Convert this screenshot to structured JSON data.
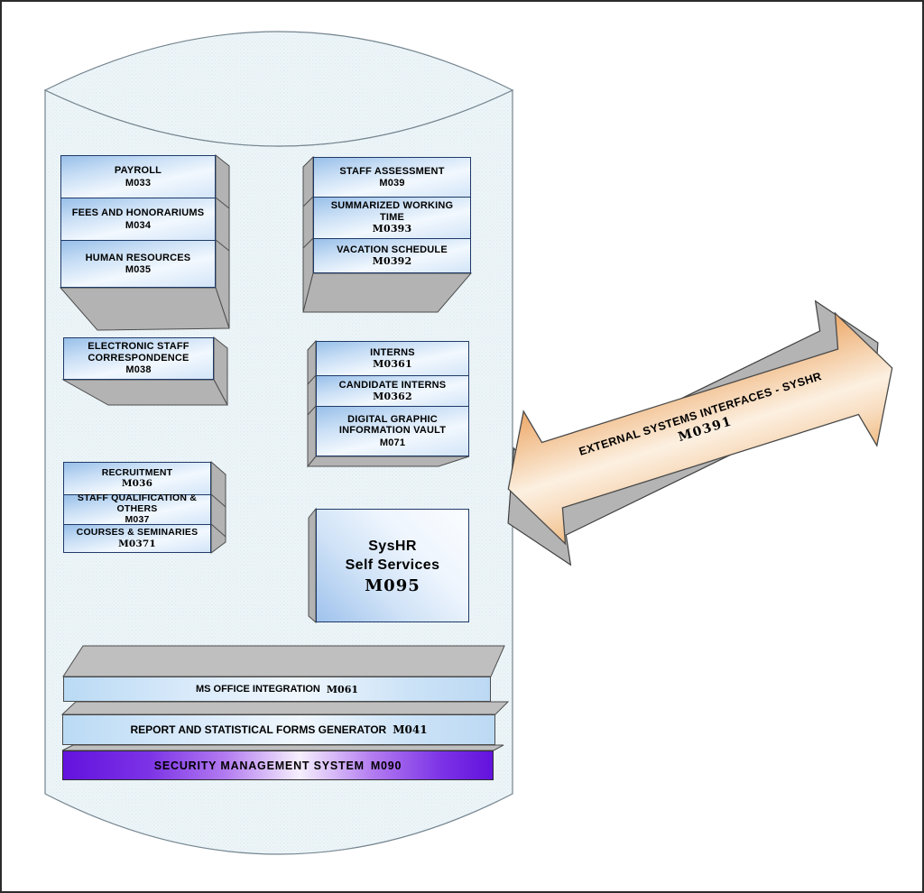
{
  "stacks": [
    {
      "rows": [
        {
          "title": "PAYROLL",
          "code": "M033"
        },
        {
          "title": "FEES AND HONORARIUMS",
          "code": "M034"
        },
        {
          "title": "HUMAN RESOURCES",
          "code": "M035"
        }
      ]
    },
    {
      "rows": [
        {
          "title": "STAFF ASSESSMENT",
          "code": "M039"
        },
        {
          "title": "SUMMARIZED WORKING TIME",
          "code": "M0393"
        },
        {
          "title": "VACATION SCHEDULE",
          "code": "M0392"
        }
      ]
    },
    {
      "rows": [
        {
          "title": "ELECTRONIC STAFF CORRESPONDENCE",
          "code": "M038"
        }
      ]
    },
    {
      "rows": [
        {
          "title": "INTERNS",
          "code": "M0361"
        },
        {
          "title": "CANDIDATE INTERNS",
          "code": "M0362"
        },
        {
          "title": "DIGITAL GRAPHIC INFORMATION VAULT",
          "code": "M071"
        }
      ]
    },
    {
      "rows": [
        {
          "title": "RECRUITMENT",
          "code": "M036"
        },
        {
          "title": "STAFF QUALIFICATION & OTHERS",
          "code": "M037"
        },
        {
          "title": "COURSES & SEMINARIES",
          "code": "M0371"
        }
      ]
    }
  ],
  "self_services": {
    "line1": "SysHR",
    "line2": "Self Services",
    "code": "M095"
  },
  "platforms": [
    {
      "title": "MS OFFICE INTEGRATION",
      "code": "M061"
    },
    {
      "title": "REPORT AND STATISTICAL FORMS GENERATOR",
      "code": "M041"
    },
    {
      "title": "SECURITY MANAGEMENT SYSTEM",
      "code": "M090"
    }
  ],
  "external_arrow": {
    "line1": "EXTERNAL SYSTEMS  INTERFACES - SYSHR",
    "code": "M0391"
  },
  "colors": {
    "box_border": "#1e3a68",
    "box_fill_top": "#98bfe9",
    "gray_face": "#b3b3b3",
    "cylinder_fill": "#edf5f8",
    "purple_bar": "#6312dd",
    "arrow_orange": "#f0b176",
    "background": "#ffffff"
  }
}
